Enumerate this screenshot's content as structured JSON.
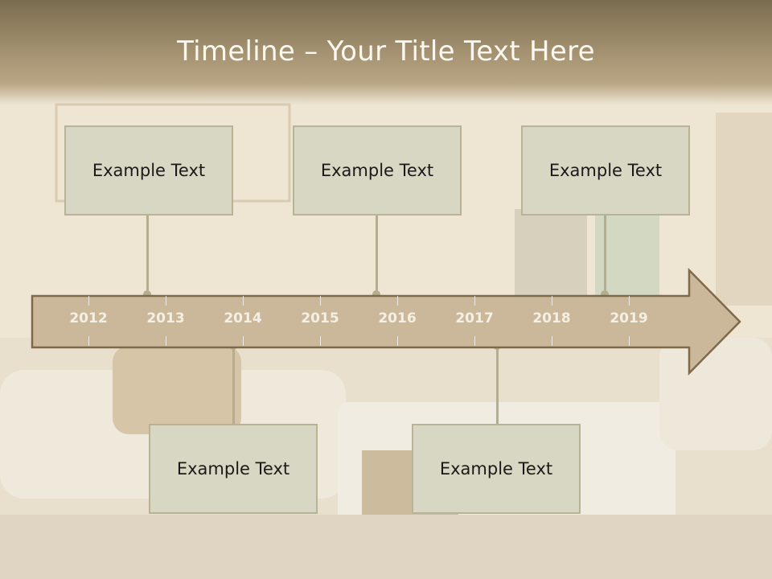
{
  "slide": {
    "title": "Timeline – Your Title Text Here",
    "colors": {
      "header": "#a89574",
      "arrow_fill": "#cbb89b",
      "arrow_stroke": "#7e6a48",
      "box_fill": "#d8d7c3",
      "connector": "#b3ae8e"
    }
  },
  "timeline": {
    "years": [
      "2012",
      "2013",
      "2014",
      "2015",
      "2016",
      "2017",
      "2018",
      "2019"
    ],
    "top_boxes": [
      {
        "text": "Example Text"
      },
      {
        "text": "Example Text"
      },
      {
        "text": "Example Text"
      }
    ],
    "bottom_boxes": [
      {
        "text": "Example Text"
      },
      {
        "text": "Example Text"
      }
    ]
  }
}
